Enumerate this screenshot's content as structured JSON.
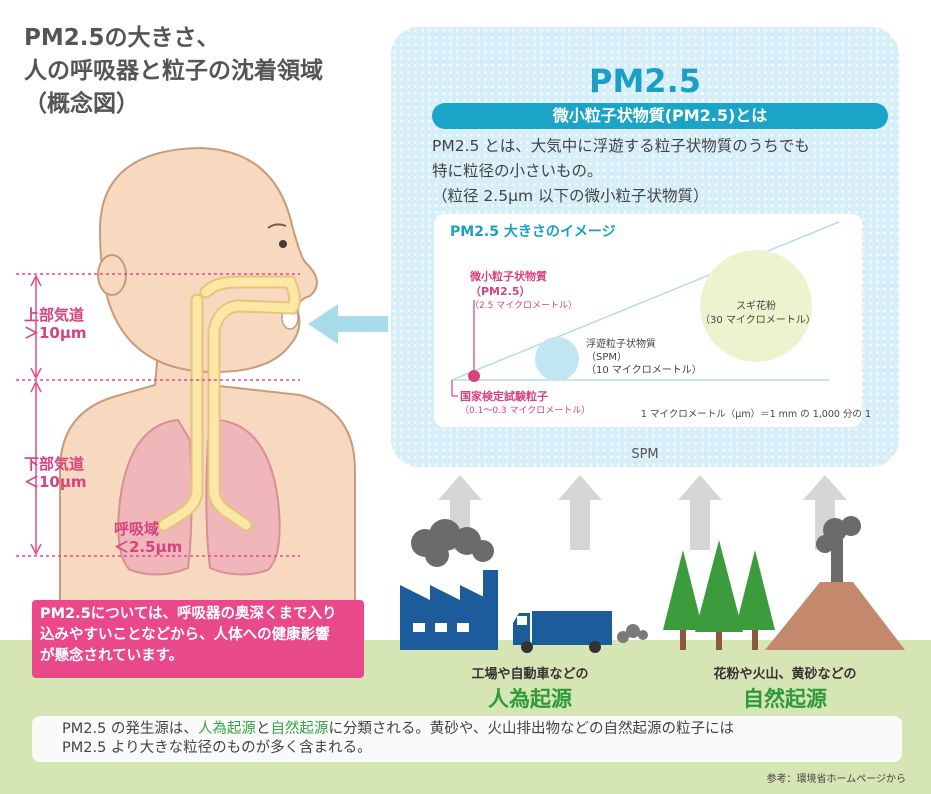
{
  "title": {
    "line1": "PM2.5の大きさ、",
    "line2": "人の呼吸器と粒子の沈着領域",
    "line3": "（概念図）"
  },
  "respiratory": {
    "upper_label": "上部気道",
    "upper_size": "＞10μm",
    "lower_label": "下部気道",
    "lower_size": "＜10μm",
    "alveolar_label": "呼吸域",
    "alveolar_size": "＜2.5μm"
  },
  "warning": {
    "line1": "PM2.5については、呼吸器の奥深くまで入り",
    "line2": "込みやすいことなどから、人体への健康影響",
    "line3": "が懸念されています。"
  },
  "panel": {
    "title": "PM2.5",
    "subtitle": "微小粒子状物質(PM2.5)とは",
    "desc_line1": "PM2.5 とは、大気中に浮遊する粒子状物質のうちでも",
    "desc_line2": "特に粒径の小さいもの。",
    "desc_line3": "（粒径 2.5μm 以下の微小粒子状物質）",
    "bottom_label": "SPM"
  },
  "size_image": {
    "heading": "PM2.5 大きさのイメージ",
    "pm25_name": "微小粒子状物質",
    "pm25_abbr": "（PM2.5）",
    "pm25_size": "（2.5 マイクロメートル）",
    "spm_name": "浮遊粒子状物質",
    "spm_abbr": "（SPM）",
    "spm_size": "（10 マイクロメートル）",
    "pollen_name": "スギ花粉",
    "pollen_size": "（30 マイクロメートル）",
    "test_name": "国家検定試験粒子",
    "test_size": "（0.1〜0.3 マイクロメートル）",
    "unit_note": "1 マイクロメートル（μm）＝1 mm の 1,000 分の 1"
  },
  "sources": {
    "anthro_caption": "工場や自動車などの",
    "anthro_name": "人為起源",
    "natural_caption": "花粉や火山、黄砂などの",
    "natural_name": "自然起源"
  },
  "info": {
    "part1": "PM2.5 の発生源は、",
    "part2": "人為起源",
    "part3": "と",
    "part4": "自然起源",
    "part5": "に分類される。黄砂や、火山排出物などの自然起源の粒子には",
    "line2": "PM2.5 より大きな粒径のものが多く含まれる。"
  },
  "reference": "参考：環境省ホームページから",
  "colors": {
    "accent_blue": "#1aa4c8",
    "magenta": "#e9498a",
    "source_green": "#2f9a3a",
    "factory_blue": "#1c5c9b",
    "skin": "#f7d9bf"
  }
}
